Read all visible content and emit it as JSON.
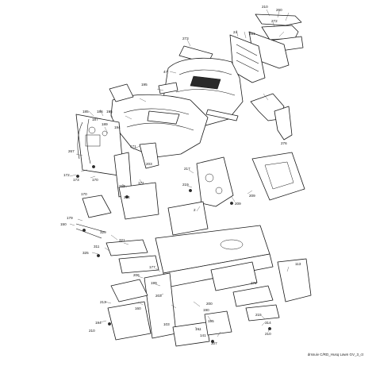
{
  "drawing_ref": "drssuiv C/RD_Husq Lawn GV_3_ct",
  "callouts": [
    "210",
    "260",
    "272",
    "273",
    "24",
    "261",
    "47",
    "276",
    "195",
    "186",
    "195",
    "185",
    "187",
    "189",
    "194",
    "267",
    "172",
    "173",
    "170",
    "171",
    "203",
    "269",
    "170",
    "217",
    "219",
    "2",
    "209",
    "171",
    "204",
    "209",
    "179",
    "150",
    "321",
    "329",
    "311",
    "325",
    "177",
    "206",
    "199",
    "203",
    "160",
    "213",
    "194",
    "210",
    "113",
    "272",
    "190",
    "195",
    "141",
    "141",
    "307",
    "314",
    "215",
    "210",
    "103",
    "200"
  ]
}
